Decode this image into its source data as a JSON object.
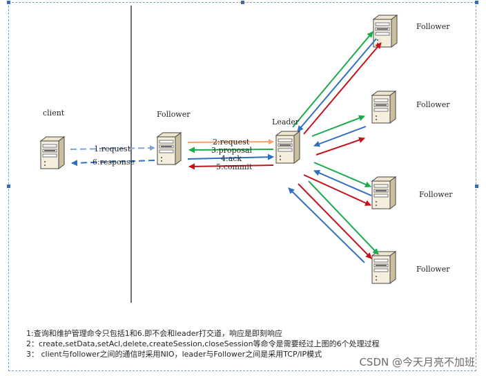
{
  "nodes": {
    "client": "client",
    "follower_mid": "Follower",
    "leader": "Leader",
    "follower_1": "Follower",
    "follower_2": "Follower",
    "follower_3": "Follower",
    "follower_4": "Follower"
  },
  "edges": {
    "request1": "1:request",
    "response6": "6:response",
    "request2": "2:request",
    "proposal3": "3:proposal",
    "ack4": "4:ack",
    "commit5": "5:commit"
  },
  "notes": [
    "1:查询和维护管理命令只包括1和6.即不会和leader打交道，响应是即刻响应",
    "2：create,setData,setAcl,delete,createSession,closeSession等命令是需要经过上图的6个处理过程",
    "3：  client与follower之间的通信时采用NIO，leader与Follower之间是采用TCP/IP模式"
  ],
  "watermark": "CSDN @今天月亮不加班",
  "colors": {
    "request_light": "#7aa7d8",
    "request2": "#f4a46a",
    "proposal": "#1aaa4a",
    "ack": "#2e6fbf",
    "commit": "#c0141c"
  }
}
